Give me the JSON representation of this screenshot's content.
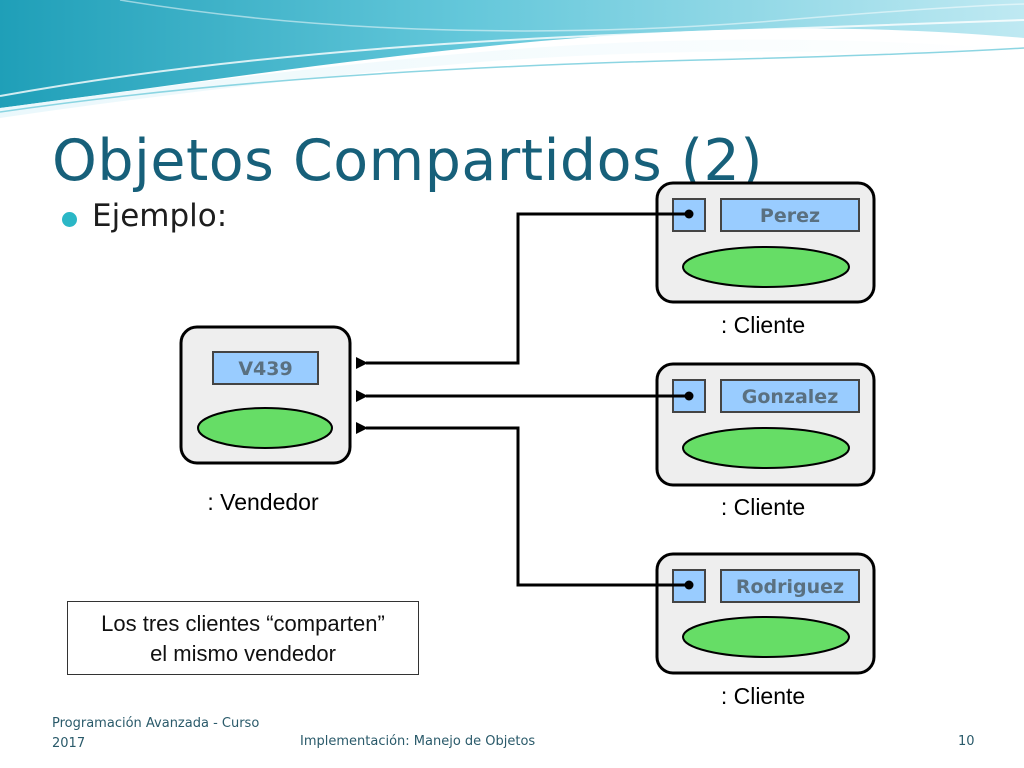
{
  "title": "Objetos Compartidos (2)",
  "bullet": "Ejemplo:",
  "vendedor": {
    "name": "V439",
    "label": ": Vendedor"
  },
  "clientes": [
    {
      "name": "Perez",
      "label": ": Cliente"
    },
    {
      "name": "Gonzalez",
      "label": ": Cliente"
    },
    {
      "name": "Rodriguez",
      "label": ": Cliente"
    }
  ],
  "note": {
    "line1": "Los tres clientes “comparten”",
    "line2": "el mismo vendedor"
  },
  "footer": {
    "left_line1": "Programación Avanzada - Curso",
    "left_line2": "2017",
    "center": "Implementación: Manejo de Objetos",
    "page": "10"
  },
  "colors": {
    "title": "#17607a",
    "accent": "#2bb7c6",
    "name_field": "#99ccff",
    "ellipse": "#66dd66",
    "object_box": "#eeeeee"
  }
}
